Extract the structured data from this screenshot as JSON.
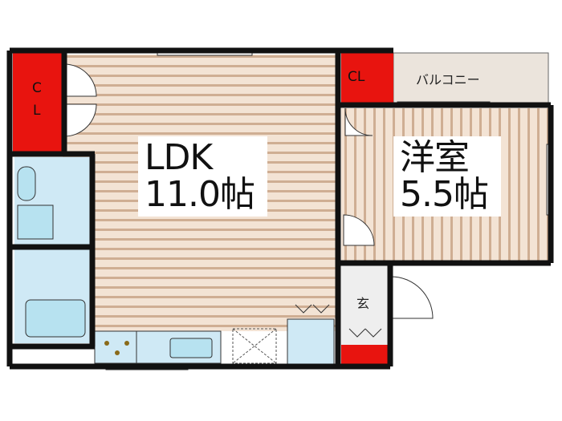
{
  "rooms": {
    "ldk": {
      "name": "LDK",
      "size": "11.0帖"
    },
    "western": {
      "name": "洋室",
      "size": "5.5帖"
    },
    "closet_left": {
      "label_c": "C",
      "label_l": "L"
    },
    "closet_right": {
      "label": "CL"
    },
    "balcony": {
      "label": "バルコニー"
    },
    "entrance": {
      "label": "玄"
    }
  },
  "colors": {
    "wall": "#111111",
    "floor_stripe": "#c9a88d",
    "floor_base": "#f2e4d7",
    "closet": "#e8140f",
    "balcony": "#ebe4dc",
    "water": "#cfe9f5",
    "fixture": "#b7e2f0"
  }
}
